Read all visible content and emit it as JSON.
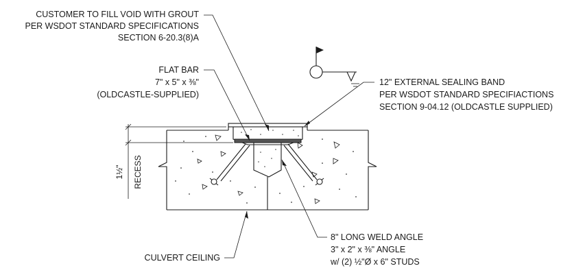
{
  "notes": {
    "grout": [
      "CUSTOMER TO FILL VOID WITH GROUT",
      "PER WSDOT STANDARD SPECIFICATIONS",
      "SECTION 6-20.3(8)A"
    ],
    "flat_bar": [
      "FLAT BAR",
      "7\" x 5\" x ⅜\"",
      "(OLDCASTLE-SUPPLIED)"
    ],
    "sealing_band": [
      "12\" EXTERNAL SEALING BAND",
      "PER WSDOT STANDARD SPECIFIACTIONS",
      "SECTION 9-04.12 (OLDCASTLE SUPPLIED)"
    ],
    "weld_angle": [
      "8\" LONG WELD ANGLE",
      "3\" x 2\" x ⅜\" ANGLE",
      "w/ (2) ½\"Ø x 6\" STUDS"
    ],
    "culvert_ceiling": "CULVERT CEILING"
  },
  "dimension": {
    "value": "1½\"",
    "label": "RECESS"
  }
}
